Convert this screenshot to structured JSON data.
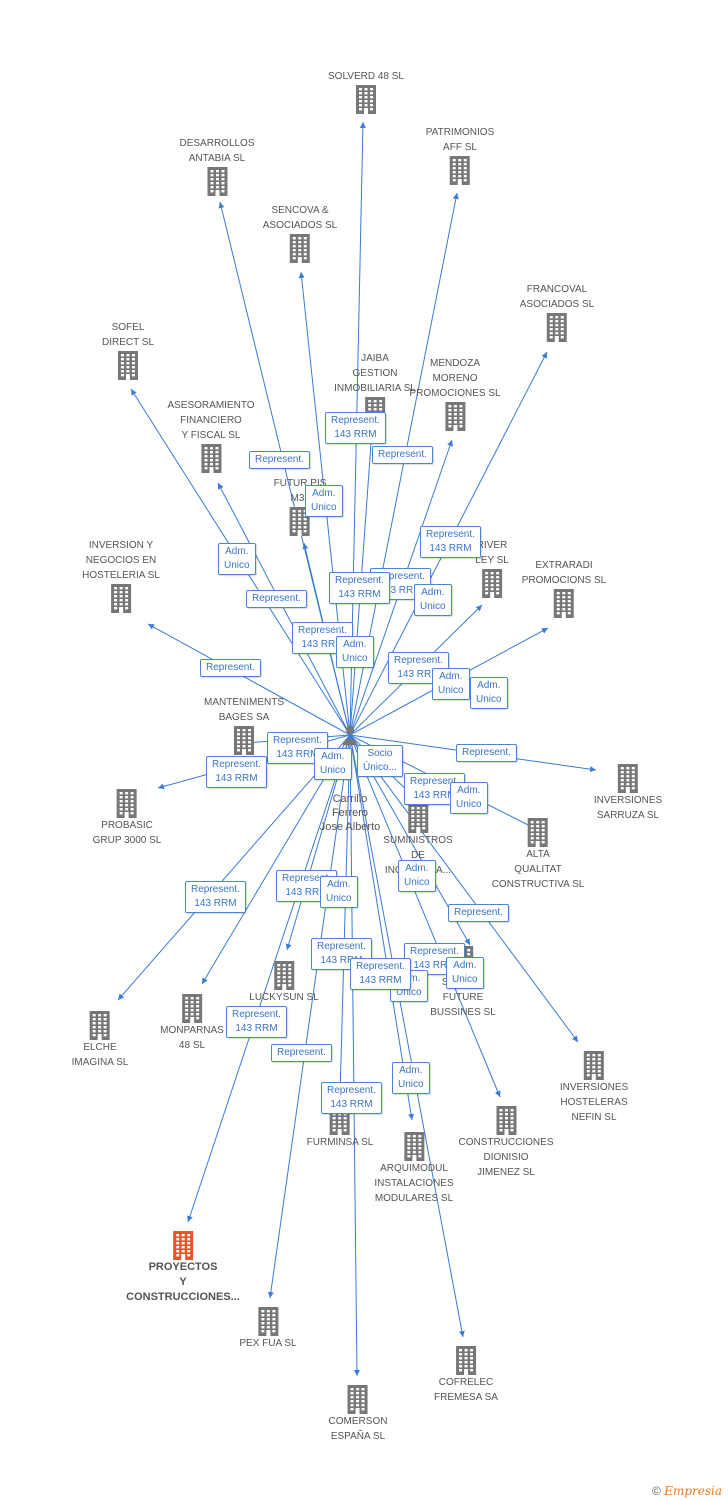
{
  "center": {
    "label": "Carrillo\nFerrero\nJose Alberto"
  },
  "nodes": [
    {
      "id": "solverd",
      "label": "SOLVERD 48 SL"
    },
    {
      "id": "desarrollos",
      "label": "DESARROLLOS\nANTABIA SL"
    },
    {
      "id": "patrimonios",
      "label": "PATRIMONIOS\nAFF SL"
    },
    {
      "id": "sencova",
      "label": "SENCOVA &\nASOCIADOS SL"
    },
    {
      "id": "francoval",
      "label": "FRANCOVAL\nASOCIADOS SL"
    },
    {
      "id": "sofel",
      "label": "SOFEL\nDIRECT SL"
    },
    {
      "id": "jaiba",
      "label": "JAIBA\nGESTION\nINMOBILIARIA SL"
    },
    {
      "id": "mendoza",
      "label": "MENDOZA\nMORENO\nPROMOCIONES SL"
    },
    {
      "id": "asesoramiento",
      "label": "ASESORAMIENTO\nFINANCIERO\nY FISCAL SL"
    },
    {
      "id": "futur",
      "label": "FUTUR PIS\nM3J"
    },
    {
      "id": "river",
      "label": "RIVER\nLEY SL"
    },
    {
      "id": "inversion",
      "label": "INVERSION Y\nNEGOCIOS EN\nHOSTELERIA SL"
    },
    {
      "id": "extraradi",
      "label": "EXTRARADI\nPROMOCIONS SL"
    },
    {
      "id": "manteniments",
      "label": "MANTENIMENTS\nBAGES SA"
    },
    {
      "id": "probasic",
      "label": "PROBASIC\nGRUP 3000 SL"
    },
    {
      "id": "sarruza",
      "label": "INVERSIONES\nSARRUZA SL"
    },
    {
      "id": "suministros",
      "label": "SUMINISTROS\nDE\nINGENIERIA..."
    },
    {
      "id": "alta",
      "label": "ALTA\nQUALITAT\nCONSTRUCTIVA SL"
    },
    {
      "id": "luckysun",
      "label": "LUCKYSUN SL"
    },
    {
      "id": "special",
      "label": "SPECIAL\nFUTURE\nBUSSINES SL"
    },
    {
      "id": "elche",
      "label": "ELCHE\nIMAGINA SL"
    },
    {
      "id": "monparnas",
      "label": "MONPARNAS\n48 SL"
    },
    {
      "id": "hosteleras",
      "label": "INVERSIONES\nHOSTELERAS\nNEFIN SL"
    },
    {
      "id": "furminsa",
      "label": "FURMINSA SL"
    },
    {
      "id": "dionisio",
      "label": "CONSTRUCCIONES\nDIONISIO\nJIMENEZ SL"
    },
    {
      "id": "arquimodul",
      "label": "ARQUIMODUL\nINSTALACIONES\nMODULARES SL"
    },
    {
      "id": "proyectos",
      "label": "PROYECTOS\nY\nCONSTRUCCIONES...",
      "highlight": true
    },
    {
      "id": "pexfua",
      "label": "PEX FUA SL"
    },
    {
      "id": "cofrelec",
      "label": "COFRELEC\nFREMESA SA"
    },
    {
      "id": "comerson",
      "label": "COMERSON\nESPAÑA SL"
    }
  ],
  "edge_labels": [
    {
      "text": "Represent.\n143 RRM"
    },
    {
      "text": "Represent."
    },
    {
      "text": "Represent."
    },
    {
      "text": "Adm.\nUnico"
    },
    {
      "text": "Represent.\n143 RRM"
    },
    {
      "text": "Adm.\nUnico"
    },
    {
      "text": "Represent."
    },
    {
      "text": "Represent.\n143 RRM"
    },
    {
      "text": "Adm.\nUnico"
    },
    {
      "text": "Represent.\n143 RRM"
    },
    {
      "text": "Adm.\nUnico"
    },
    {
      "text": "Represent.\n143 RRM"
    },
    {
      "text": "Adm.\nUnico"
    },
    {
      "text": "Represent."
    },
    {
      "text": "Represent.\n143 RRM"
    },
    {
      "text": "Adm.\nUnico"
    },
    {
      "text": "Adm.\nUnico"
    },
    {
      "text": "Represent.\n143 RRM"
    },
    {
      "text": "Represent.\n143 RRM"
    },
    {
      "text": "Represent."
    },
    {
      "text": "Socio\nÚnico..."
    },
    {
      "text": "Represent.\n143 RRM"
    },
    {
      "text": "Adm.\nUnico"
    },
    {
      "text": "Represent.\n143 RRM"
    },
    {
      "text": "Represent.\n143 RRM"
    },
    {
      "text": "Adm.\nUnico"
    },
    {
      "text": "Represent."
    },
    {
      "text": "Represent.\n143 RRM"
    },
    {
      "text": "Represent.\n143 RRM"
    },
    {
      "text": "Adm.\nUnico"
    },
    {
      "text": "Represent.\n143 RRM"
    },
    {
      "text": "Adm.\nUnico"
    },
    {
      "text": "Represent.\n143 RRM"
    },
    {
      "text": "Adm.\nUnico"
    },
    {
      "text": "Represent."
    },
    {
      "text": "Represent.\n143 RRM"
    },
    {
      "text": "Adm.\nUnico"
    }
  ],
  "colors": {
    "edge": "#3a7bd5",
    "building": "#777777",
    "building_highlight": "#e8552a",
    "label_border": "#4a86d8"
  },
  "icons": {
    "company": "building-icon",
    "person": "person-icon",
    "copyright": "copyright-icon"
  },
  "footer": {
    "copyright_symbol": "©",
    "brand": "Empresia"
  }
}
